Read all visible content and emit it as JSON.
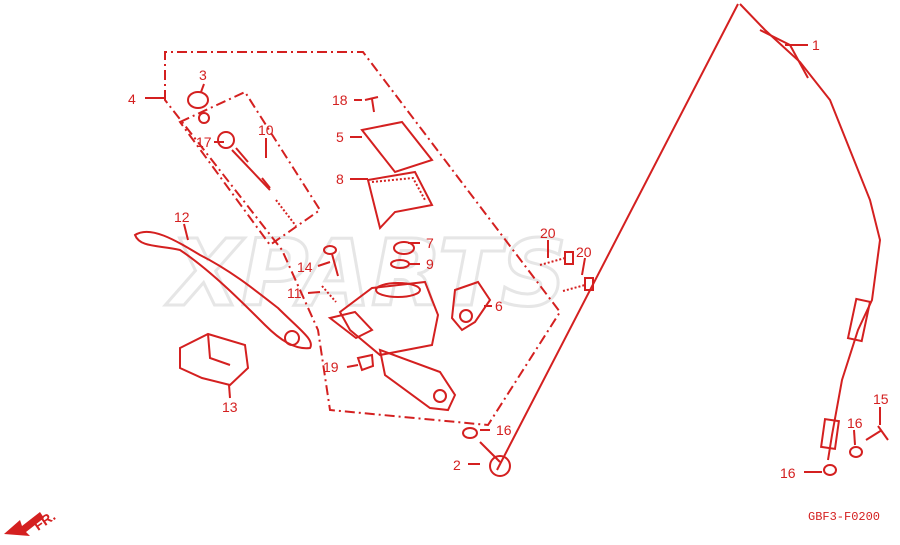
{
  "diagram": {
    "watermark": "XPARTS",
    "code": "GBF3-F0200",
    "direction_label": "FR.",
    "labels": [
      "1",
      "2",
      "3",
      "4",
      "5",
      "6",
      "7",
      "8",
      "9",
      "10",
      "11",
      "12",
      "13",
      "14",
      "15",
      "16",
      "16",
      "16",
      "17",
      "18",
      "19",
      "20",
      "20"
    ]
  },
  "colors": {
    "line": "#d42020",
    "watermark": "#e6e6e6"
  }
}
